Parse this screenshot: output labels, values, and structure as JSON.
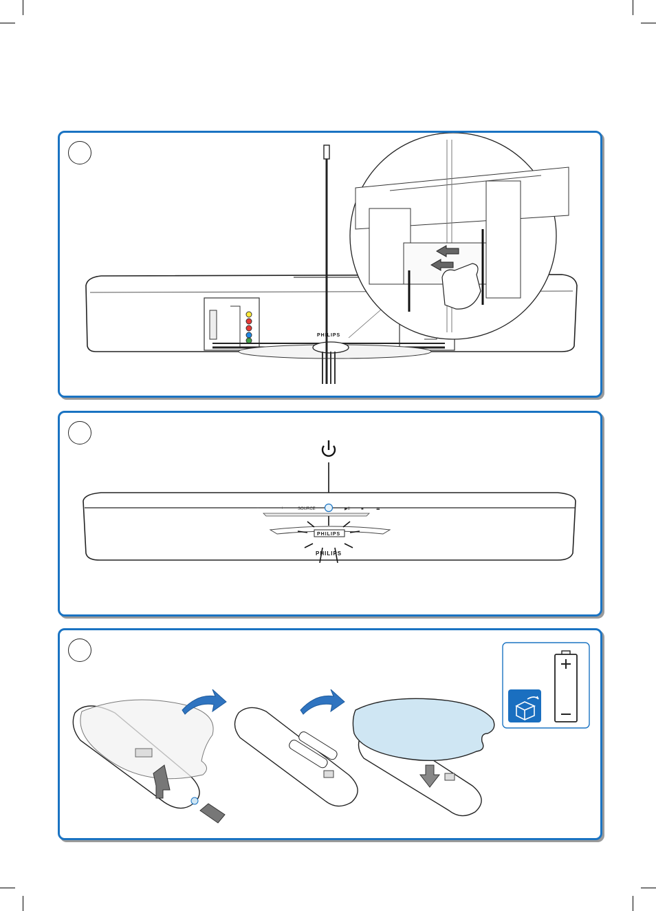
{
  "brand": "PHILIPS",
  "panels": [
    {
      "step": "",
      "content": "soundbar-cable-routing"
    },
    {
      "step": "",
      "content": "soundbar-power-on",
      "control_labels": [
        "−",
        "+",
        "SOURCE",
        "▶II",
        "■",
        "⏏"
      ]
    },
    {
      "step": "",
      "content": "remote-battery-insertion",
      "info_icons": [
        "package-box-icon",
        "battery-icon"
      ]
    }
  ],
  "colors": {
    "panel_border": "#1a73c2",
    "accent_fill": "#cfe6f3",
    "arrow_blue": "#2f74c0",
    "info_icon_bg": "#1a6fc0"
  },
  "icons": [
    "power-icon",
    "curved-arrow-icon",
    "push-arrow-icon",
    "battery-icon",
    "package-box-icon"
  ]
}
